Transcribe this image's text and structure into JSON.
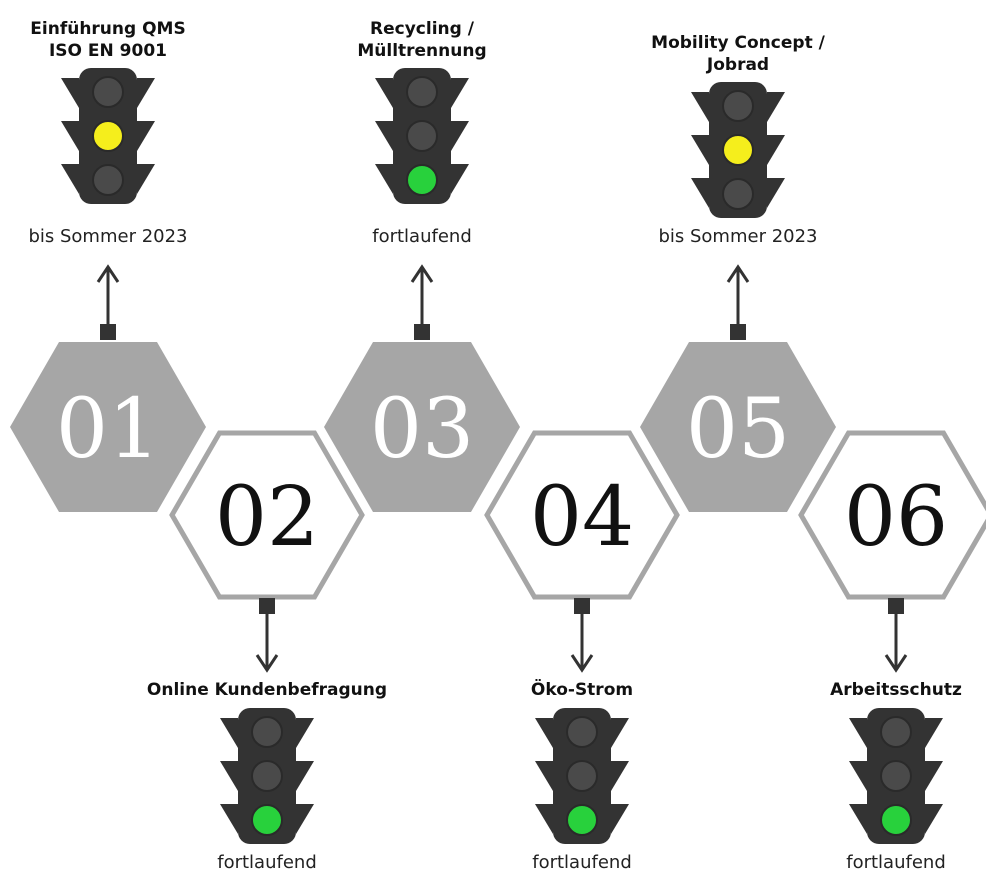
{
  "colors": {
    "hex_filled": "#a6a6a6",
    "hex_outline": "#a6a6a6",
    "hex_white": "#ffffff",
    "num_on_filled": "#ffffff",
    "num_on_white": "#111111",
    "light_housing": "#333333",
    "light_off": "#4a4a4a",
    "yellow": "#f5ee1c",
    "green": "#28d13c",
    "connector": "#333333"
  },
  "steps": [
    {
      "number": "01",
      "title_lines": [
        "Einführung QMS",
        "ISO EN 9001"
      ],
      "status": "bis Sommer 2023",
      "light": "yellow",
      "style": "filled",
      "side": "top"
    },
    {
      "number": "02",
      "title_lines": [
        "Online Kundenbefragung"
      ],
      "status": "fortlaufend",
      "light": "green",
      "style": "outline",
      "side": "bottom"
    },
    {
      "number": "03",
      "title_lines": [
        "Recycling /",
        "Mülltrennung"
      ],
      "status": "fortlaufend",
      "light": "green",
      "style": "filled",
      "side": "top"
    },
    {
      "number": "04",
      "title_lines": [
        "Öko-Strom"
      ],
      "status": "fortlaufend",
      "light": "green",
      "style": "outline",
      "side": "bottom"
    },
    {
      "number": "05",
      "title_lines": [
        "Mobility Concept /",
        "Jobrad"
      ],
      "status": "bis Sommer 2023",
      "light": "yellow",
      "style": "filled",
      "side": "top"
    },
    {
      "number": "06",
      "title_lines": [
        "Arbeitsschutz"
      ],
      "status": "fortlaufend",
      "light": "green",
      "style": "outline",
      "side": "bottom"
    }
  ]
}
